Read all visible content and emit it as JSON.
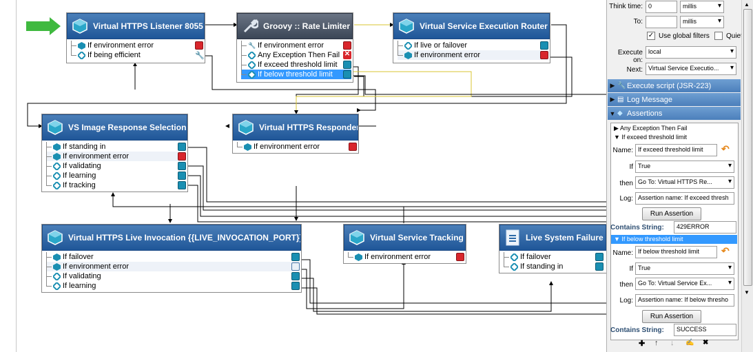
{
  "canvas": {
    "nodes": {
      "listener": {
        "title": "Virtual HTTPS Listener 8055",
        "rows": [
          "If environment error",
          "If being efficient"
        ]
      },
      "rate_limiter": {
        "title": "Groovy :: Rate Limiter",
        "rows": [
          "If environment error",
          "Any Exception Then Fail",
          "If exceed threshold limit",
          "If below threshold limit"
        ]
      },
      "router": {
        "title": "Virtual Service Execution Router",
        "rows": [
          "If live or failover",
          "If environment error"
        ]
      },
      "image_selection": {
        "title": "VS Image Response Selection",
        "rows": [
          "If standing in",
          "If environment error",
          "If validating",
          "If learning",
          "If tracking"
        ]
      },
      "responder": {
        "title": "Virtual HTTPS Responder",
        "rows": [
          "If environment error"
        ]
      },
      "live_invocation": {
        "title": "Virtual HTTPS Live Invocation {{LIVE_INVOCATION_PORT}}",
        "rows": [
          "If failover",
          "If environment error",
          "If validating",
          "If learning"
        ]
      },
      "tracking": {
        "title": "Virtual Service Tracking",
        "rows": [
          "If environment error"
        ]
      },
      "live_failure": {
        "title": "Live System Failure",
        "rows": [
          "If failover",
          "If standing in"
        ]
      }
    }
  },
  "panel": {
    "think_time_label": "Think time:",
    "think_time_value": "0",
    "think_unit": "millis",
    "to_label": "To:",
    "to_value": "",
    "to_unit": "millis",
    "use_global_filters": "Use global filters",
    "quiet": "Quiet",
    "execute_on_label": "Execute on:",
    "execute_on_value": "local",
    "next_label": "Next:",
    "next_value": "Virtual Service Executio...",
    "sections": {
      "execute_script": "Execute script (JSR-223)",
      "log_message": "Log Message",
      "assertions": "Assertions"
    },
    "assert_list": {
      "item1": "Any Exception Then Fail",
      "item2": "If exceed threshold limit"
    },
    "a1": {
      "name_label": "Name:",
      "name_value": "If exceed threshold limit",
      "if_label": "If",
      "if_value": "True",
      "then_label": "then",
      "then_value": "Go To: Virtual HTTPS Re...",
      "log_label": "Log:",
      "log_value": "Assertion name: If exceed thresh",
      "run_button": "Run Assertion",
      "contains_label": "Contains String:",
      "contains_value": "429ERROR"
    },
    "selected_row": "If below threshold limit",
    "a2": {
      "name_label": "Name:",
      "name_value": "If below threshold limit",
      "if_label": "If",
      "if_value": "True",
      "then_label": "then",
      "then_value": "Go To: Virtual Service Ex...",
      "log_label": "Log:",
      "log_value": "Assertion name: If below thresho",
      "run_button": "Run Assertion",
      "contains_label": "Contains String:",
      "contains_value": "SUCCESS"
    },
    "toolbar": {
      "add": "✚",
      "up": "↑",
      "down": "↓",
      "edit": "✍",
      "delete": "✖"
    }
  }
}
